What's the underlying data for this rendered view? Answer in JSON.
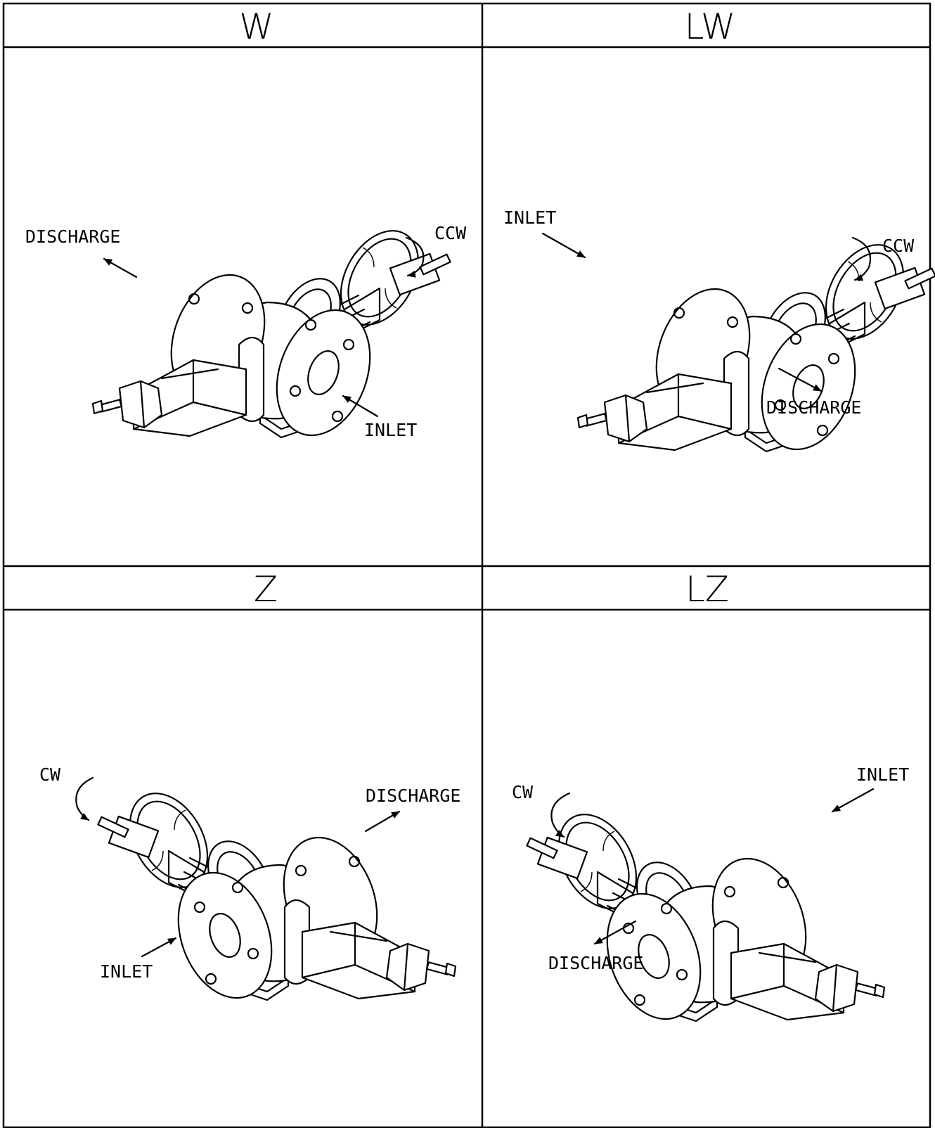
{
  "panels": [
    {
      "id": "W",
      "title": "W",
      "rotation": "CCW",
      "inlet": "INLET",
      "discharge": "DISCHARGE"
    },
    {
      "id": "LW",
      "title": "LW",
      "rotation": "CCW",
      "inlet": "INLET",
      "discharge": "DISCHARGE"
    },
    {
      "id": "Z",
      "title": "Z",
      "rotation": "CW",
      "inlet": "INLET",
      "discharge": "DISCHARGE"
    },
    {
      "id": "LZ",
      "title": "LZ",
      "rotation": "CW",
      "inlet": "INLET",
      "discharge": "DISCHARGE"
    }
  ]
}
